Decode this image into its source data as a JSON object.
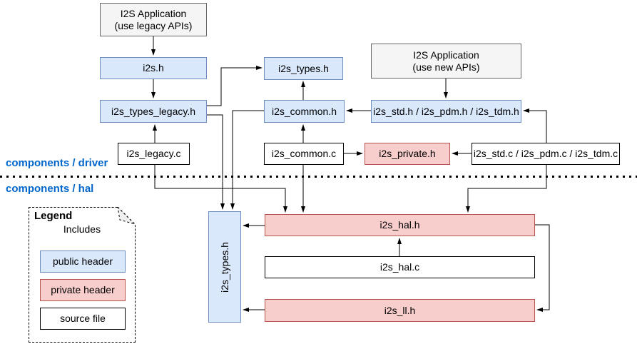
{
  "sections": {
    "driver_label": "components / driver",
    "hal_label": "components / hal"
  },
  "nodes": {
    "app_legacy": {
      "line1": "I2S Application",
      "line2": "(use legacy APIs)"
    },
    "app_new": {
      "line1": "I2S Application",
      "line2": "(use new APIs)"
    },
    "i2s_h": {
      "label": "i2s.h"
    },
    "i2s_types_legacy_h": {
      "label": "i2s_types_legacy.h"
    },
    "i2s_legacy_c": {
      "label": "i2s_legacy.c"
    },
    "i2s_types_h": {
      "label": "i2s_types.h"
    },
    "i2s_common_h": {
      "label": "i2s_common.h"
    },
    "i2s_common_c": {
      "label": "i2s_common.c"
    },
    "i2s_private_h": {
      "label": "i2s_private.h"
    },
    "i2s_std_pdm_tdm_h": {
      "label": "i2s_std.h / i2s_pdm.h / i2s_tdm.h"
    },
    "i2s_std_pdm_tdm_c": {
      "label": "i2s_std.c / i2s_pdm.c / i2s_tdm.c"
    },
    "i2s_types_h_hal": {
      "label": "i2s_types.h"
    },
    "i2s_hal_h": {
      "label": "i2s_hal.h"
    },
    "i2s_hal_c": {
      "label": "i2s_hal.c"
    },
    "i2s_ll_h": {
      "label": "i2s_ll.h"
    }
  },
  "legend": {
    "title": "Legend",
    "arrow_label": "Includes",
    "public_header_label": "public header",
    "private_header_label": "private header",
    "source_file_label": "source file"
  },
  "colors": {
    "public_header_fill": "#dae8fc",
    "public_header_border": "#6c8ebf",
    "private_header_fill": "#f8cecc",
    "private_header_border": "#b85450",
    "application_fill": "#f5f5f5",
    "application_border": "#666666",
    "source_fill": "#ffffff",
    "source_border": "#000000",
    "section_label_color": "#0066cc",
    "edge_color": "#000000"
  }
}
